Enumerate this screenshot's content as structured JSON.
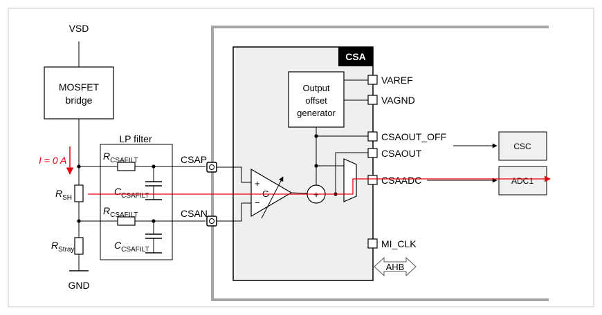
{
  "labels": {
    "vsd": "VSD",
    "mosfet_line1": "MOSFET",
    "mosfet_line2": "bridge",
    "current": "I = 0 A",
    "rsh_main": "R",
    "rsh_sub": "SH",
    "rstray_main": "R",
    "rstray_sub": "Stray",
    "gnd": "GND",
    "lp_filter": "LP filter",
    "r_filt_main": "R",
    "r_filt_sub": "CSAFILT",
    "c_filt_main": "C",
    "c_filt_sub": "CSAFILT",
    "csap": "CSAP",
    "csan": "CSAN",
    "csa": "CSA",
    "offset_line1": "Output",
    "offset_line2": "offset",
    "offset_line3": "generator",
    "plus": "+",
    "minus": "−",
    "gain": "G",
    "summer": "+",
    "varef": "VAREF",
    "vagnd": "VAGND",
    "csaout_off": "CSAOUT_OFF",
    "csaout": "CSAOUT",
    "csaadc": "CSAADC",
    "mi_clk": "MI_CLK",
    "ahb": "AHB",
    "csc": "CSC",
    "adc1": "ADC1"
  },
  "colors": {
    "signal_path": "#e8000b",
    "csa_fill": "#efefef",
    "csa_badge": "#000000",
    "boundary": "#a6a6a6",
    "block_fill": "#f0f0f0"
  }
}
